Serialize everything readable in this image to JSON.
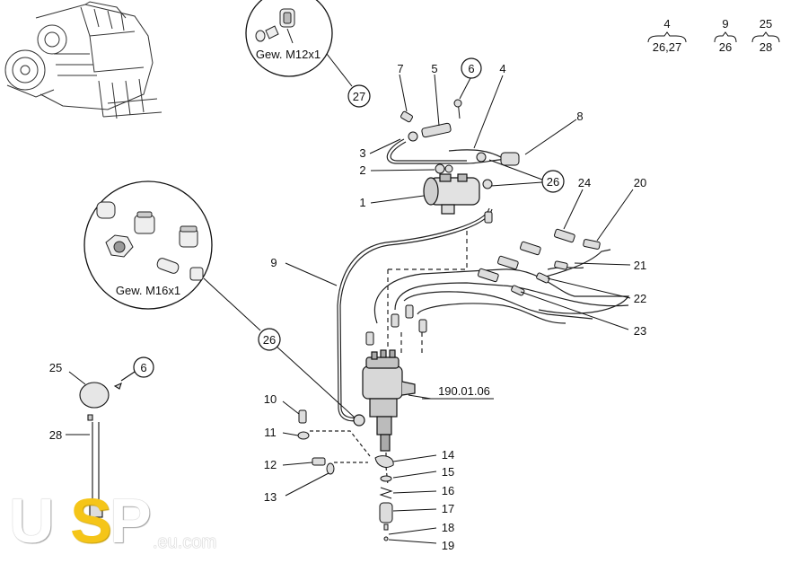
{
  "diagram": {
    "reference_number": "190.01.06",
    "callouts": {
      "c1": "1",
      "c2": "2",
      "c3": "3",
      "c4": "4",
      "c5": "5",
      "c6a": "6",
      "c6b": "6",
      "c7": "7",
      "c8": "8",
      "c9": "9",
      "c10": "10",
      "c11": "11",
      "c12": "12",
      "c13": "13",
      "c14": "14",
      "c15": "15",
      "c16": "16",
      "c17": "17",
      "c18": "18",
      "c19": "19",
      "c20": "20",
      "c21": "21",
      "c22": "22",
      "c23": "23",
      "c24": "24",
      "c25": "25",
      "c26a": "26",
      "c26b": "26",
      "c27": "27",
      "c28": "28"
    },
    "detail_labels": {
      "m12": "Gew. M12x1",
      "m16": "Gew. M16x1"
    },
    "legend": [
      {
        "top": "4",
        "bottom": "26,27"
      },
      {
        "top": "9",
        "bottom": "26"
      },
      {
        "top": "25",
        "bottom": "28"
      }
    ]
  },
  "logo": {
    "u": "U",
    "s": "S",
    "p": "P",
    "domain": ".eu.com"
  }
}
